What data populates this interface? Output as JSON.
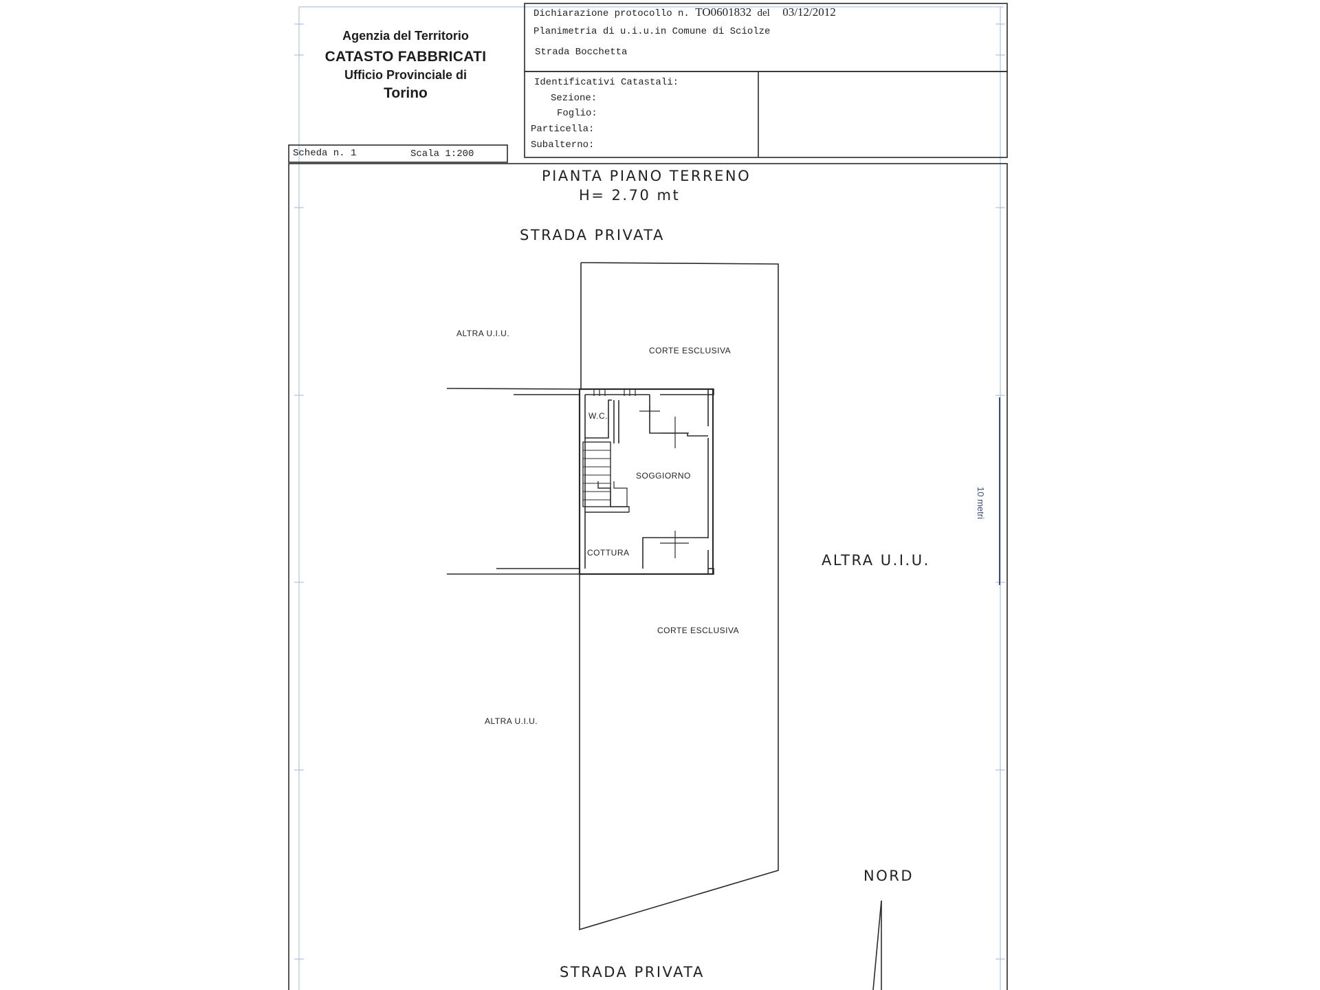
{
  "header": {
    "agency": "Agenzia del Territorio",
    "catasto": "CATASTO FABBRICATI",
    "office": "Ufficio Provinciale di",
    "city": "Torino",
    "protocol_prefix": "Dichiarazione protocollo n.",
    "protocol_number": "TO0601832",
    "date_prefix": "del",
    "date": "03/12/2012",
    "planimetry": "Planimetria di u.i.u.in Comune di Sciolze",
    "address": "Strada Bocchetta"
  },
  "identifiers": {
    "title": "Identificativi Catastali:",
    "sezione": "Sezione:",
    "foglio": "Foglio:",
    "particella": "Particella:",
    "subalterno": "Subalterno:"
  },
  "sheet": {
    "scheda": "Scheda n. 1",
    "scala": "Scala 1:200"
  },
  "plan": {
    "title": "PIANTA PIANO TERRENO",
    "height": "H= 2.70 mt",
    "road_top": "STRADA PRIVATA",
    "road_bottom": "STRADA PRIVATA",
    "altra_top_left": "ALTRA U.I.U.",
    "altra_bottom_left": "ALTRA U.I.U.",
    "altra_right": "ALTRA U.I.U.",
    "corte_top": "CORTE ESCLUSIVA",
    "corte_bottom": "CORTE ESCLUSIVA",
    "room_wc": "W.C.",
    "room_soggiorno": "SOGGIORNO",
    "room_cottura": "COTTURA",
    "north": "NORD",
    "scale_bar": "10 metri"
  }
}
